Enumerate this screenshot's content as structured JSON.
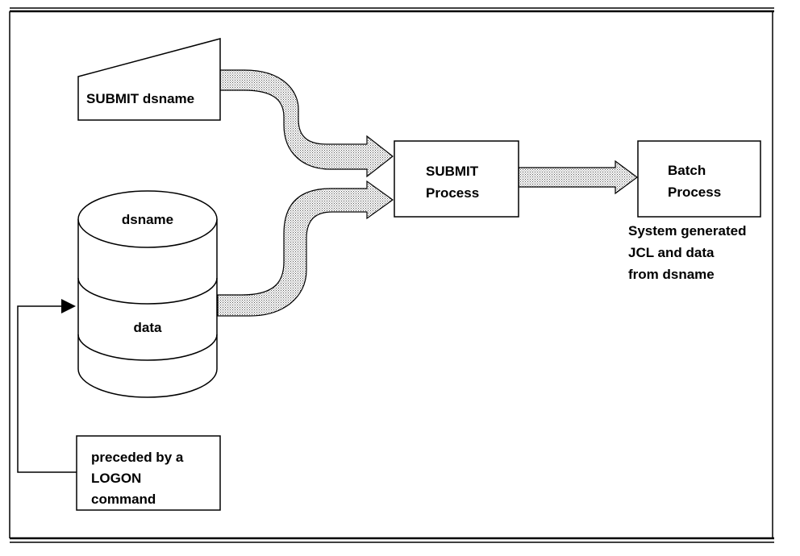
{
  "terminal_input": {
    "label": "SUBMIT dsname"
  },
  "dataset": {
    "top_label": "dsname",
    "middle_label": "data"
  },
  "logon_note": {
    "lines": [
      "preceded by a",
      "LOGON",
      "command"
    ]
  },
  "submit_process": {
    "lines": [
      "SUBMIT",
      "Process"
    ]
  },
  "batch_process": {
    "lines": [
      "Batch",
      "Process"
    ]
  },
  "batch_caption": {
    "lines": [
      "System generated",
      "JCL and data",
      "from dsname"
    ]
  },
  "colors": {
    "ink": "#000000",
    "background": "#ffffff",
    "arrow_fill": "#d8d8d8"
  }
}
